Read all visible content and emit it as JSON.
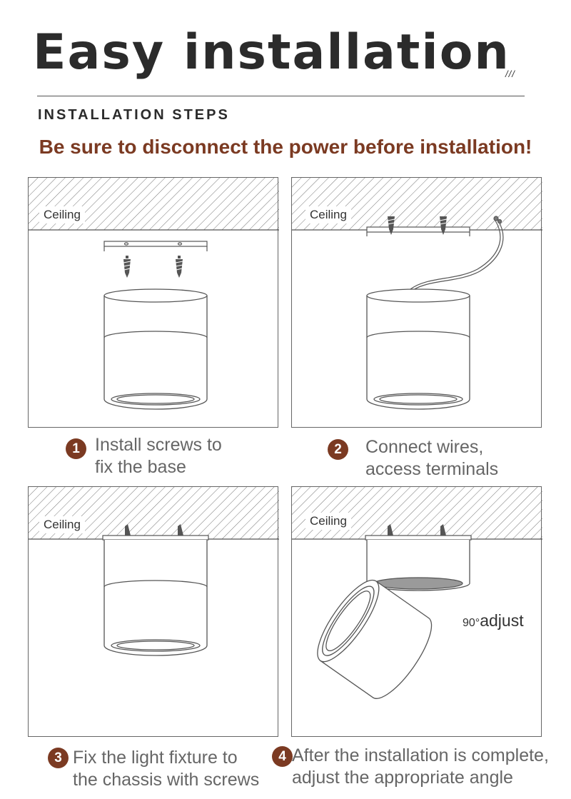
{
  "header": {
    "title": "Easy installation",
    "decor": "///",
    "subtitle": "INSTALLATION STEPS",
    "warning": "Be sure to disconnect the power before installation!"
  },
  "colors": {
    "accent": "#7b3a22",
    "line": "#666666"
  },
  "panels": [
    {
      "ceiling_label": "Ceiling"
    },
    {
      "ceiling_label": "Ceiling"
    },
    {
      "ceiling_label": "Ceiling"
    },
    {
      "ceiling_label": "Ceiling",
      "angle_value": "90°",
      "angle_word": "adjust"
    }
  ],
  "steps": [
    {
      "number": "1",
      "line1": "Install screws to",
      "line2": "fix the base"
    },
    {
      "number": "2",
      "line1": "Connect wires,",
      "line2": "access terminals"
    },
    {
      "number": "3",
      "line1": "Fix the light fixture to",
      "line2": "the chassis with screws"
    },
    {
      "number": "4",
      "line1": "After the installation is complete,",
      "line2": "adjust the appropriate angle"
    }
  ]
}
